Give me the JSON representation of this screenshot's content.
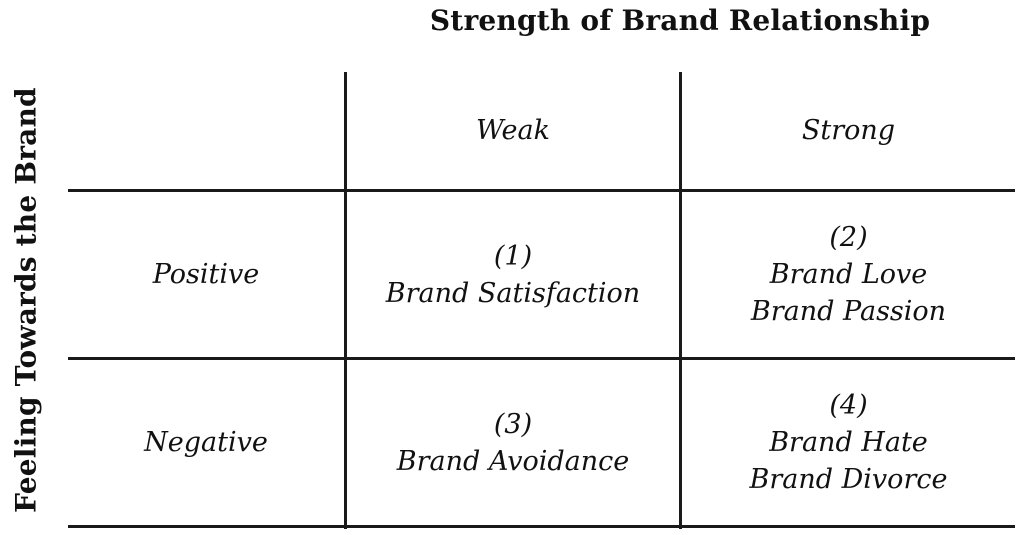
{
  "column_axis_title": "Strength of Brand Relationship",
  "row_axis_title": "Feeling Towards the Brand",
  "columns": [
    "Weak",
    "Strong"
  ],
  "rows": [
    "Positive",
    "Negative"
  ],
  "quadrants": [
    {
      "number": "(1)",
      "lines": [
        "Brand Satisfaction"
      ]
    },
    {
      "number": "(2)",
      "lines": [
        "Brand Love",
        "Brand Passion"
      ]
    },
    {
      "number": "(3)",
      "lines": [
        "Brand Avoidance"
      ]
    },
    {
      "number": "(4)",
      "lines": [
        "Brand Hate",
        "Brand Divorce"
      ]
    }
  ]
}
